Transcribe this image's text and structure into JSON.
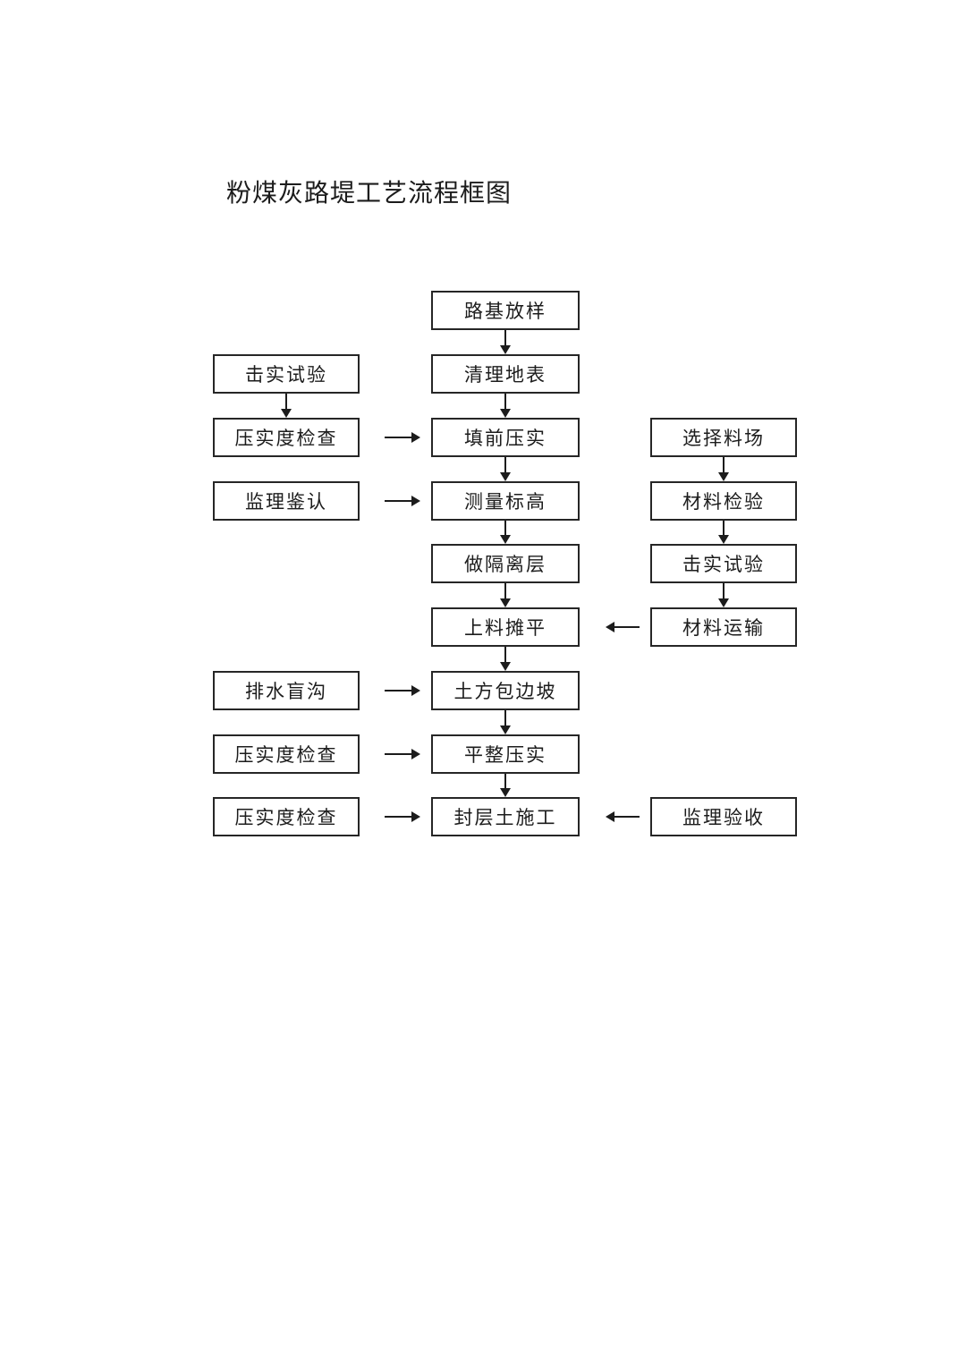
{
  "page": {
    "title": "粉煤灰路堤工艺流程框图"
  },
  "diagram": {
    "nodes": [
      {
        "id": "roadbed-stakeout",
        "label": "路基放样",
        "column": "center"
      },
      {
        "id": "compaction-test-left",
        "label": "击实试验",
        "column": "left"
      },
      {
        "id": "clear-surface",
        "label": "清理地表",
        "column": "center"
      },
      {
        "id": "compaction-check-1",
        "label": "压实度检查",
        "column": "left"
      },
      {
        "id": "prefill-compaction",
        "label": "填前压实",
        "column": "center"
      },
      {
        "id": "select-material-yard",
        "label": "选择料场",
        "column": "right"
      },
      {
        "id": "supervisor-confirm",
        "label": "监理鉴认",
        "column": "left"
      },
      {
        "id": "measure-elevation",
        "label": "测量标高",
        "column": "center"
      },
      {
        "id": "material-inspection",
        "label": "材料检验",
        "column": "right"
      },
      {
        "id": "isolation-layer",
        "label": "做隔离层",
        "column": "center"
      },
      {
        "id": "compaction-test-right",
        "label": "击实试验",
        "column": "right"
      },
      {
        "id": "material-spreading",
        "label": "上料摊平",
        "column": "center"
      },
      {
        "id": "material-transport",
        "label": "材料运输",
        "column": "right"
      },
      {
        "id": "drainage-blind-ditch",
        "label": "排水盲沟",
        "column": "left"
      },
      {
        "id": "soil-slope-wrap",
        "label": "土方包边坡",
        "column": "center"
      },
      {
        "id": "compaction-check-2",
        "label": "压实度检查",
        "column": "left"
      },
      {
        "id": "leveling-compaction",
        "label": "平整压实",
        "column": "center"
      },
      {
        "id": "compaction-check-3",
        "label": "压实度检查",
        "column": "left"
      },
      {
        "id": "sealing-soil",
        "label": "封层土施工",
        "column": "center"
      },
      {
        "id": "supervisor-acceptance",
        "label": "监理验收",
        "column": "right"
      }
    ],
    "edges": [
      {
        "from": "roadbed-stakeout",
        "to": "clear-surface"
      },
      {
        "from": "clear-surface",
        "to": "prefill-compaction"
      },
      {
        "from": "prefill-compaction",
        "to": "measure-elevation"
      },
      {
        "from": "measure-elevation",
        "to": "isolation-layer"
      },
      {
        "from": "isolation-layer",
        "to": "material-spreading"
      },
      {
        "from": "material-spreading",
        "to": "soil-slope-wrap"
      },
      {
        "from": "soil-slope-wrap",
        "to": "leveling-compaction"
      },
      {
        "from": "leveling-compaction",
        "to": "sealing-soil"
      },
      {
        "from": "compaction-test-left",
        "to": "compaction-check-1"
      },
      {
        "from": "compaction-check-1",
        "to": "prefill-compaction"
      },
      {
        "from": "supervisor-confirm",
        "to": "measure-elevation"
      },
      {
        "from": "drainage-blind-ditch",
        "to": "soil-slope-wrap"
      },
      {
        "from": "compaction-check-2",
        "to": "leveling-compaction"
      },
      {
        "from": "compaction-check-3",
        "to": "sealing-soil"
      },
      {
        "from": "select-material-yard",
        "to": "material-inspection"
      },
      {
        "from": "material-inspection",
        "to": "compaction-test-right"
      },
      {
        "from": "compaction-test-right",
        "to": "material-transport"
      },
      {
        "from": "material-transport",
        "to": "material-spreading"
      },
      {
        "from": "supervisor-acceptance",
        "to": "sealing-soil"
      }
    ],
    "colors": {
      "line": "#1c1c1c",
      "box_border": "#262626",
      "background": "#ffffff"
    }
  }
}
